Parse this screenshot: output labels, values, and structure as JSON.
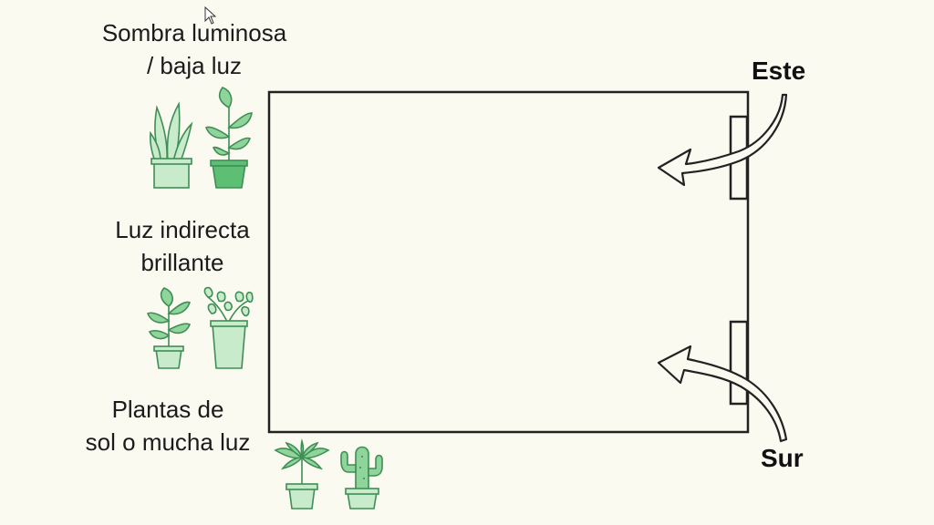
{
  "labels": {
    "shade": [
      "Sombra luminosa",
      "/ baja luz"
    ],
    "indirect": [
      "Luz indirecta",
      "brillante"
    ],
    "sun": [
      "Plantas de",
      "sol o mucha luz"
    ]
  },
  "directions": {
    "east": "Este",
    "south": "Sur"
  },
  "colors": {
    "background": "#fbfaf0",
    "line": "#222222",
    "leaf_light": "#c8ebcc",
    "leaf_mid": "#8fd59b",
    "leaf_dark": "#5cbf73",
    "outline": "#3f8e55"
  },
  "icons": [
    "snake-plant-icon",
    "rubber-plant-icon",
    "small-leafy-plant-icon",
    "pothos-plant-icon",
    "palm-plant-icon",
    "cactus-icon"
  ]
}
